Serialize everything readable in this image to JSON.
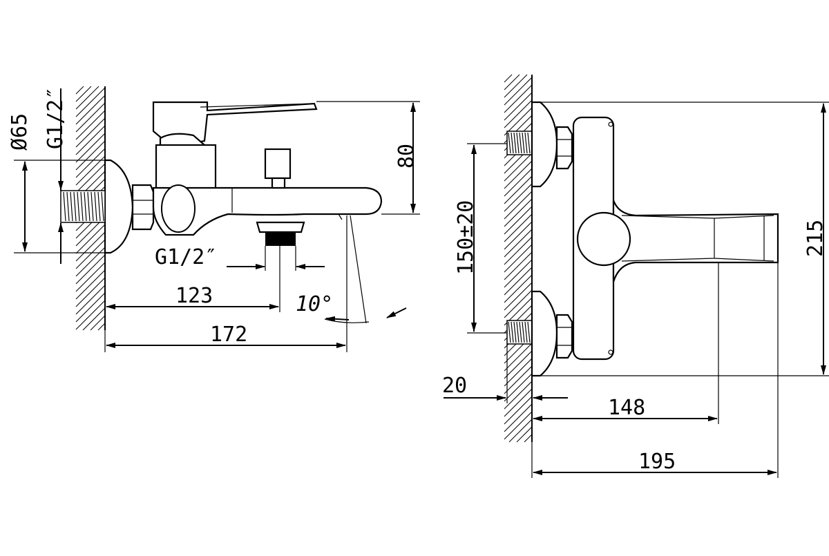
{
  "labels": {
    "diameter": "Ø65",
    "thread_left": "G1/2″",
    "thread_bottom": "G1/2″",
    "dim_80": "80",
    "dim_123": "123",
    "dim_172": "172",
    "angle": "10°",
    "dim_150": "150±20",
    "dim_215": "215",
    "dim_20": "20",
    "dim_148": "148",
    "dim_195": "195"
  },
  "colors": {
    "line": "#000000",
    "background": "#ffffff"
  }
}
